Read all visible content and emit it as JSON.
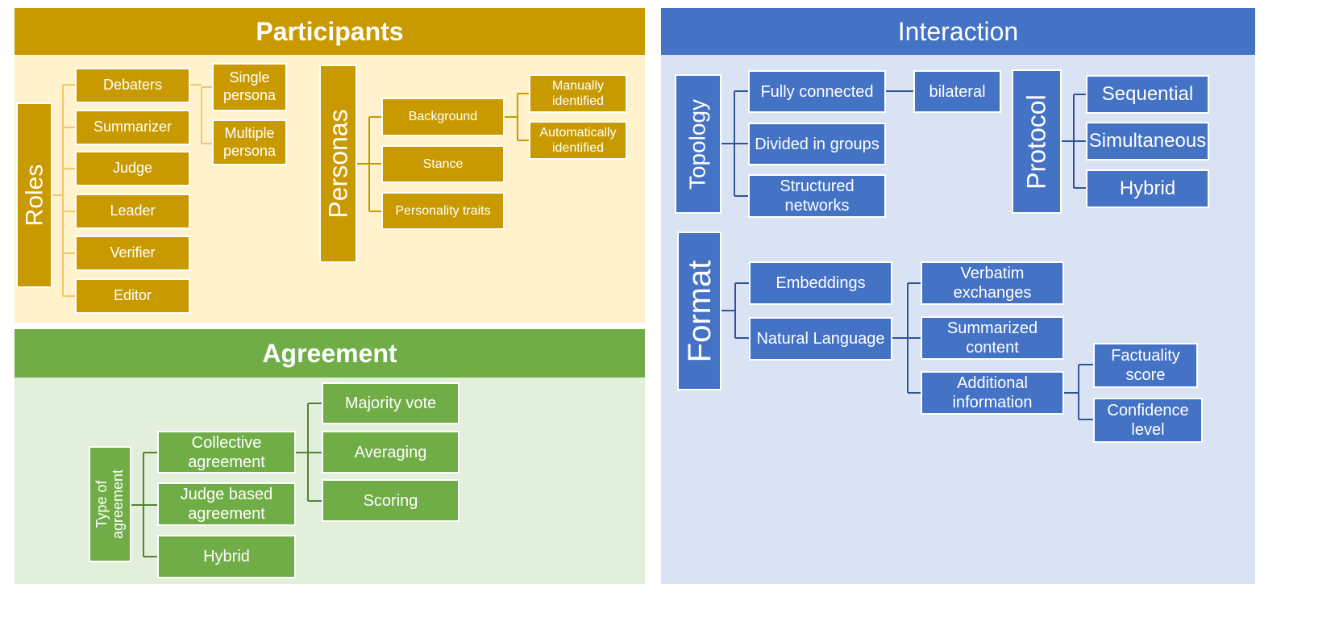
{
  "participants": {
    "title": "Participants",
    "roles": {
      "label": "Roles",
      "items": [
        "Debaters",
        "Summarizer",
        "Judge",
        "Leader",
        "Verifier",
        "Editor"
      ],
      "debater_personas": [
        "Single persona",
        "Multiple persona"
      ]
    },
    "personas": {
      "label": "Personas",
      "items": [
        "Background",
        "Stance",
        "Personality traits"
      ],
      "background_sub": [
        "Manually identified",
        "Automatically identified"
      ]
    }
  },
  "agreement": {
    "title": "Agreement",
    "type_label": "Type of agreement",
    "items": [
      "Collective agreement",
      "Judge based agreement",
      "Hybrid"
    ],
    "collective_sub": [
      "Majority vote",
      "Averaging",
      "Scoring"
    ]
  },
  "interaction": {
    "title": "Interaction",
    "topology": {
      "label": "Topology",
      "items": [
        "Fully connected",
        "Divided in groups",
        "Structured networks"
      ],
      "fully_connected_sub": "bilateral"
    },
    "protocol": {
      "label": "Protocol",
      "items": [
        "Sequential",
        "Simultaneous",
        "Hybrid"
      ]
    },
    "format": {
      "label": "Format",
      "items": [
        "Embeddings",
        "Natural Language"
      ],
      "natural_language_sub": [
        "Verbatim exchanges",
        "Summarized content",
        "Additional information"
      ],
      "additional_sub": [
        "Factuality score",
        "Confidence level"
      ]
    }
  },
  "colors": {
    "gold": "#c99a00",
    "gold_bg": "#fff2cc",
    "green": "#70ad47",
    "green_bg": "#e2efda",
    "blue": "#4472c4",
    "blue_bg": "#dae3f3"
  }
}
